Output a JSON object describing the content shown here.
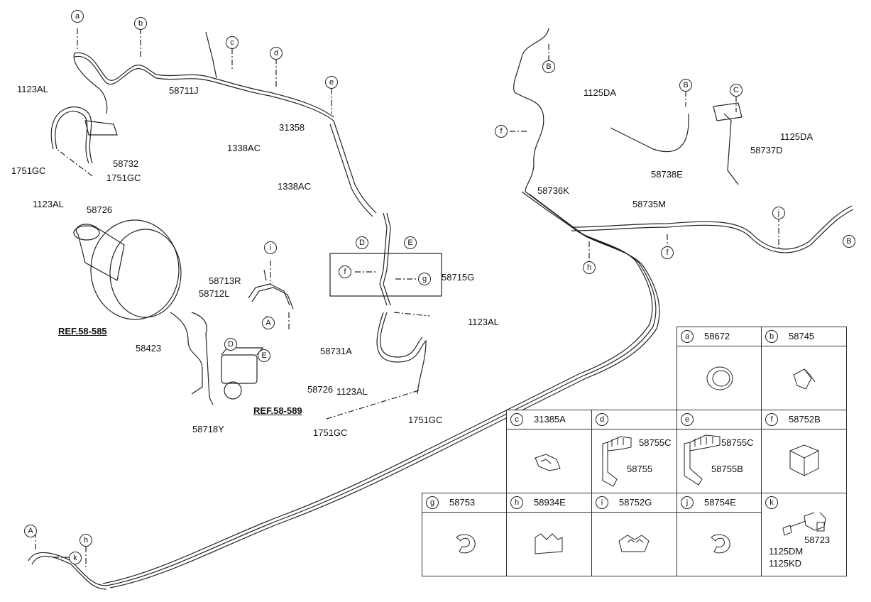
{
  "callouts": {
    "a_top": "a",
    "b_top": "b",
    "c_top": "c",
    "d_top": "d",
    "e_top": "e",
    "B_top": "B",
    "B_mid": "B",
    "C_mid": "C",
    "B_right": "B",
    "f_left": "f",
    "f_mid": "f",
    "f_right": "f",
    "g_mid": "g",
    "h_mid": "h",
    "i_mid": "i",
    "j_right": "j",
    "A_mid": "A",
    "D_mid": "D",
    "E_mid": "E",
    "D_abs": "D",
    "E_abs": "E",
    "A_bottom": "A",
    "k_bottom": "k",
    "h_bottom": "h"
  },
  "labels": {
    "p1123AL_1": "1123AL",
    "p58711J": "58711J",
    "p31358": "31358",
    "p1338AC_1": "1338AC",
    "p1338AC_2": "1338AC",
    "p58732": "58732",
    "p1751GC_1": "1751GC",
    "p1751GC_2": "1751GC",
    "p1123AL_2": "1123AL",
    "p58726_1": "58726",
    "p1125DA_1": "1125DA",
    "p1125DA_2": "1125DA",
    "p58737D": "58737D",
    "p58738E": "58738E",
    "p58736K": "58736K",
    "p58735M": "58735M",
    "p58715G": "58715G",
    "p58713R": "58713R",
    "p58712L": "58712L",
    "p1123AL_3": "1123AL",
    "p58731A": "58731A",
    "p1123AL_4": "1123AL",
    "p58726_2": "58726",
    "p1751GC_3": "1751GC",
    "p1751GC_4": "1751GC",
    "p58423": "58423",
    "p58718Y": "58718Y",
    "ref585": "REF.58-585",
    "ref589": "REF.58-589"
  },
  "table": {
    "cells": [
      {
        "letter": "a",
        "code": "58672"
      },
      {
        "letter": "b",
        "code": "58745"
      },
      {
        "letter": "c",
        "code": "31385A"
      },
      {
        "letter": "d",
        "code": ""
      },
      {
        "letter": "e",
        "code": ""
      },
      {
        "letter": "f",
        "code": "58752B"
      },
      {
        "letter": "g",
        "code": "58753"
      },
      {
        "letter": "h",
        "code": "58934E"
      },
      {
        "letter": "i",
        "code": "58752G"
      },
      {
        "letter": "j",
        "code": "58754E"
      },
      {
        "letter": "k",
        "code": ""
      }
    ],
    "d_parts": [
      "58755C",
      "58755"
    ],
    "e_parts": [
      "58755C",
      "58755B"
    ],
    "k_parts": [
      "58723",
      "1125DM",
      "1125KD"
    ]
  }
}
